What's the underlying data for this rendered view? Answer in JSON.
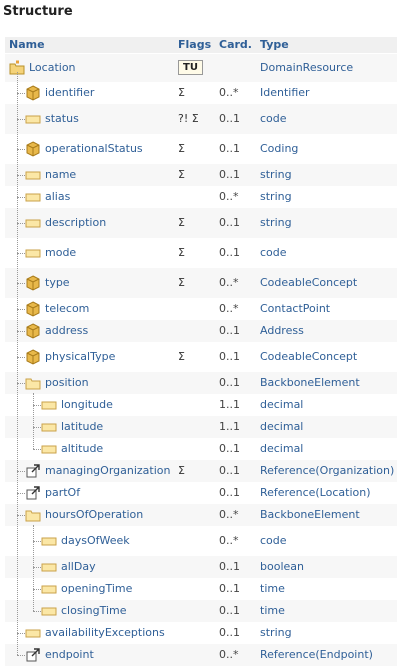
{
  "title": "Structure",
  "header": {
    "name": "Name",
    "flags": "Flags",
    "card": "Card.",
    "type": "Type"
  },
  "badge": "TU",
  "colors": {
    "link": "#2f5f97",
    "header_bg": "#f0f0f0",
    "row_alt": "#f7f7f7",
    "folder": "#f5d37a",
    "datatype": "#e8b84a"
  },
  "rows": [
    {
      "name": "Location",
      "flags": "",
      "card": "",
      "type": "DomainResource",
      "icon": "folder-icon",
      "level": 0
    },
    {
      "name": "identifier",
      "flags": "Σ",
      "card": "0..*",
      "type": "Identifier",
      "icon": "datatype-icon",
      "level": 1
    },
    {
      "name": "status",
      "flags": "?! Σ",
      "card": "0..1",
      "type": "code",
      "icon": "primitive-icon",
      "level": 1
    },
    {
      "name": "operationalStatus",
      "flags": "Σ",
      "card": "0..1",
      "type": "Coding",
      "icon": "datatype-icon",
      "level": 1
    },
    {
      "name": "name",
      "flags": "Σ",
      "card": "0..1",
      "type": "string",
      "icon": "primitive-icon",
      "level": 1
    },
    {
      "name": "alias",
      "flags": "",
      "card": "0..*",
      "type": "string",
      "icon": "primitive-icon",
      "level": 1
    },
    {
      "name": "description",
      "flags": "Σ",
      "card": "0..1",
      "type": "string",
      "icon": "primitive-icon",
      "level": 1
    },
    {
      "name": "mode",
      "flags": "Σ",
      "card": "0..1",
      "type": "code",
      "icon": "primitive-icon",
      "level": 1
    },
    {
      "name": "type",
      "flags": "Σ",
      "card": "0..*",
      "type": "CodeableConcept",
      "icon": "datatype-icon",
      "level": 1
    },
    {
      "name": "telecom",
      "flags": "",
      "card": "0..*",
      "type": "ContactPoint",
      "icon": "datatype-icon",
      "level": 1
    },
    {
      "name": "address",
      "flags": "",
      "card": "0..1",
      "type": "Address",
      "icon": "datatype-icon",
      "level": 1
    },
    {
      "name": "physicalType",
      "flags": "Σ",
      "card": "0..1",
      "type": "CodeableConcept",
      "icon": "datatype-icon",
      "level": 1
    },
    {
      "name": "position",
      "flags": "",
      "card": "0..1",
      "type": "BackboneElement",
      "icon": "element-icon",
      "level": 1
    },
    {
      "name": "longitude",
      "flags": "",
      "card": "1..1",
      "type": "decimal",
      "icon": "primitive-icon",
      "level": 2
    },
    {
      "name": "latitude",
      "flags": "",
      "card": "1..1",
      "type": "decimal",
      "icon": "primitive-icon",
      "level": 2
    },
    {
      "name": "altitude",
      "flags": "",
      "card": "0..1",
      "type": "decimal",
      "icon": "primitive-icon",
      "level": 2
    },
    {
      "name": "managingOrganization",
      "flags": "Σ",
      "card": "0..1",
      "type": "Reference(Organization)",
      "icon": "reference-icon",
      "level": 1
    },
    {
      "name": "partOf",
      "flags": "",
      "card": "0..1",
      "type": "Reference(Location)",
      "icon": "reference-icon",
      "level": 1
    },
    {
      "name": "hoursOfOperation",
      "flags": "",
      "card": "0..*",
      "type": "BackboneElement",
      "icon": "element-icon",
      "level": 1
    },
    {
      "name": "daysOfWeek",
      "flags": "",
      "card": "0..*",
      "type": "code",
      "icon": "primitive-icon",
      "level": 2
    },
    {
      "name": "allDay",
      "flags": "",
      "card": "0..1",
      "type": "boolean",
      "icon": "primitive-icon",
      "level": 2
    },
    {
      "name": "openingTime",
      "flags": "",
      "card": "0..1",
      "type": "time",
      "icon": "primitive-icon",
      "level": 2
    },
    {
      "name": "closingTime",
      "flags": "",
      "card": "0..1",
      "type": "time",
      "icon": "primitive-icon",
      "level": 2
    },
    {
      "name": "availabilityExceptions",
      "flags": "",
      "card": "0..1",
      "type": "string",
      "icon": "primitive-icon",
      "level": 1
    },
    {
      "name": "endpoint",
      "flags": "",
      "card": "0..*",
      "type": "Reference(Endpoint)",
      "icon": "reference-icon",
      "level": 1
    }
  ]
}
